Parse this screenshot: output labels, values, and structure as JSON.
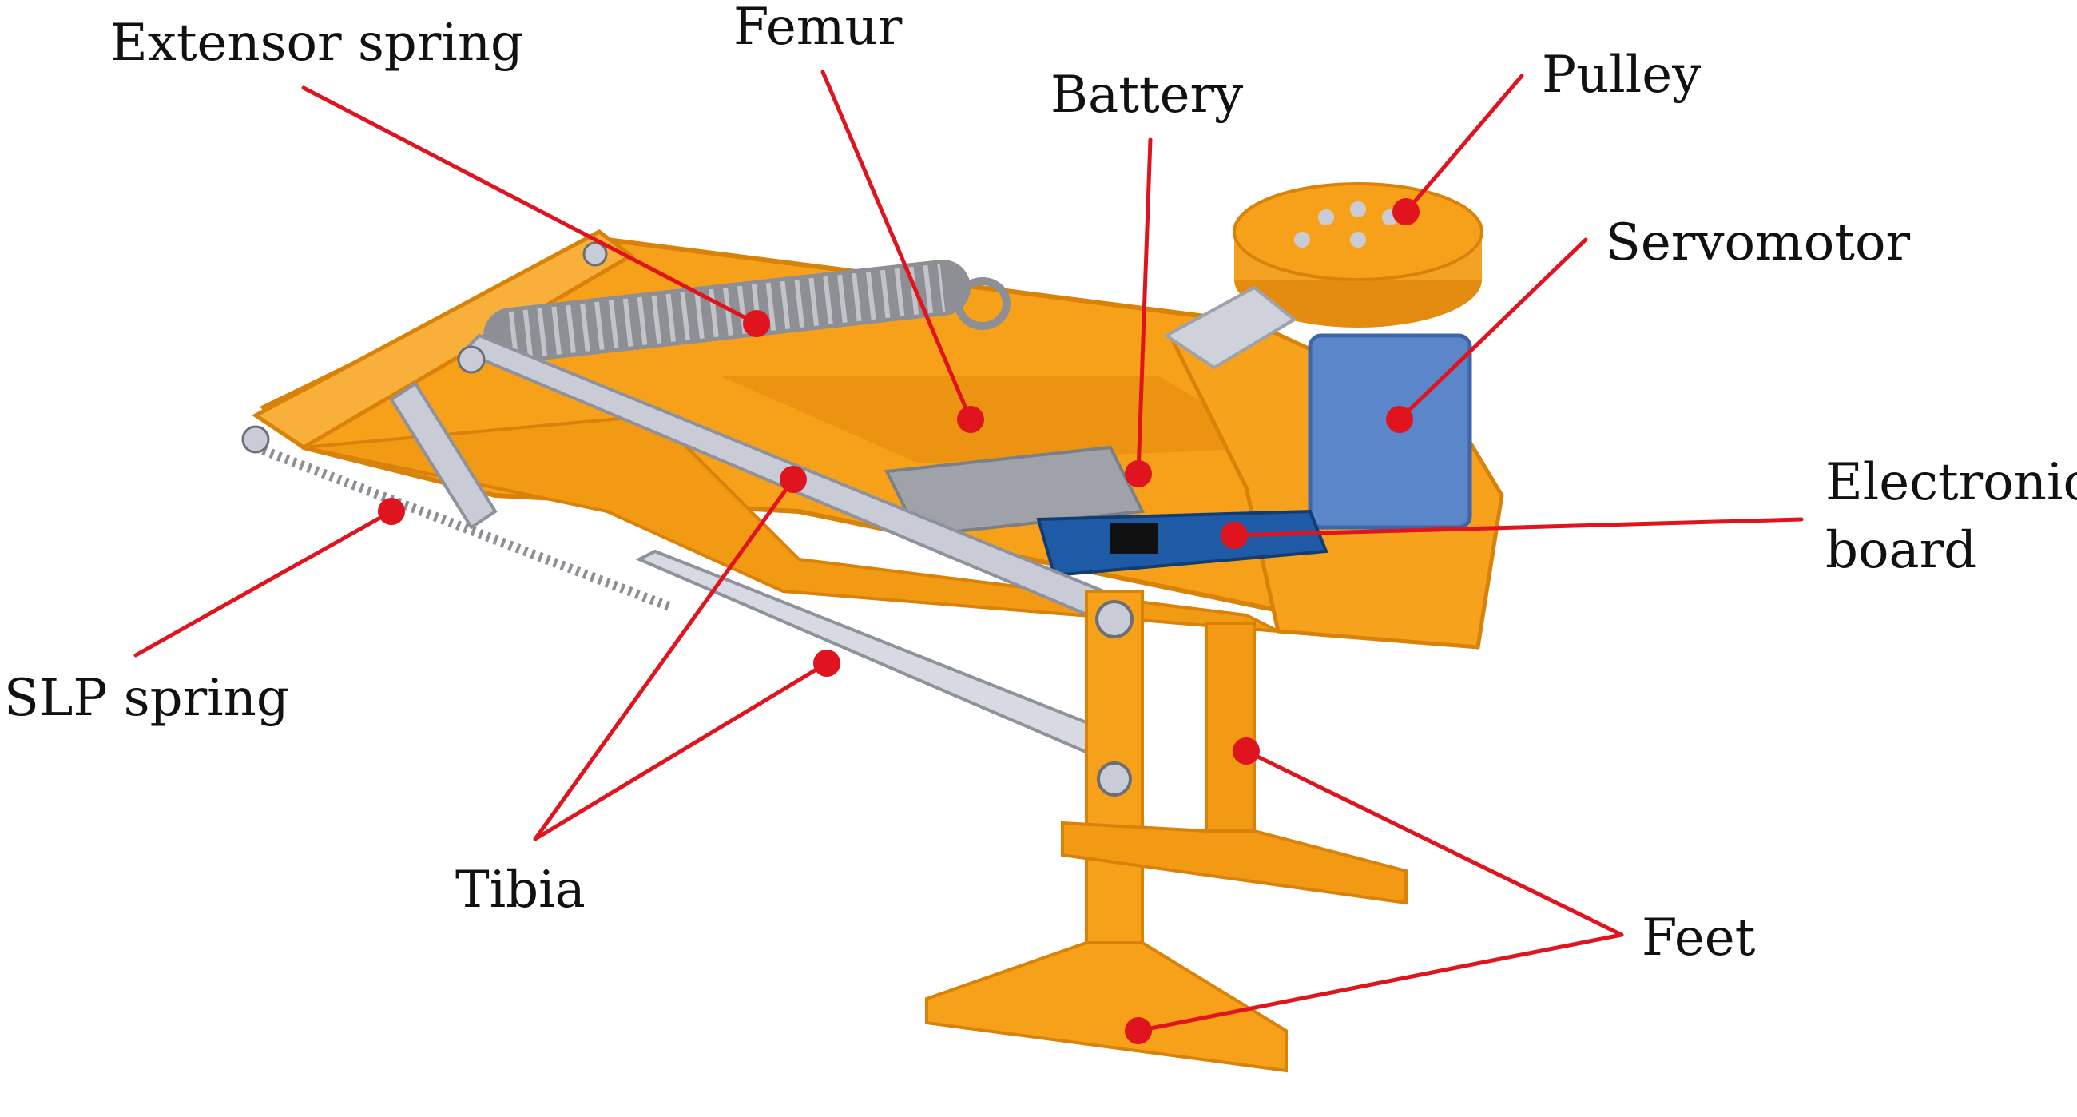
{
  "labels": {
    "extensor_spring": "Extensor spring",
    "femur": "Femur",
    "battery": "Battery",
    "pulley": "Pulley",
    "servomotor": "Servomotor",
    "electronic_board_line1": "Electronic",
    "electronic_board_line2": "board",
    "slp_spring": "SLP spring",
    "tibia": "Tibia",
    "feet": "Feet"
  },
  "colors": {
    "frame": "#f7a11a",
    "frame_shadow": "#d9820a",
    "metal": "#c9ccd6",
    "spring": "#8d8f94",
    "pcb": "#1f5aa6",
    "servo": "#5b86c9",
    "leader": "#e0141e"
  }
}
